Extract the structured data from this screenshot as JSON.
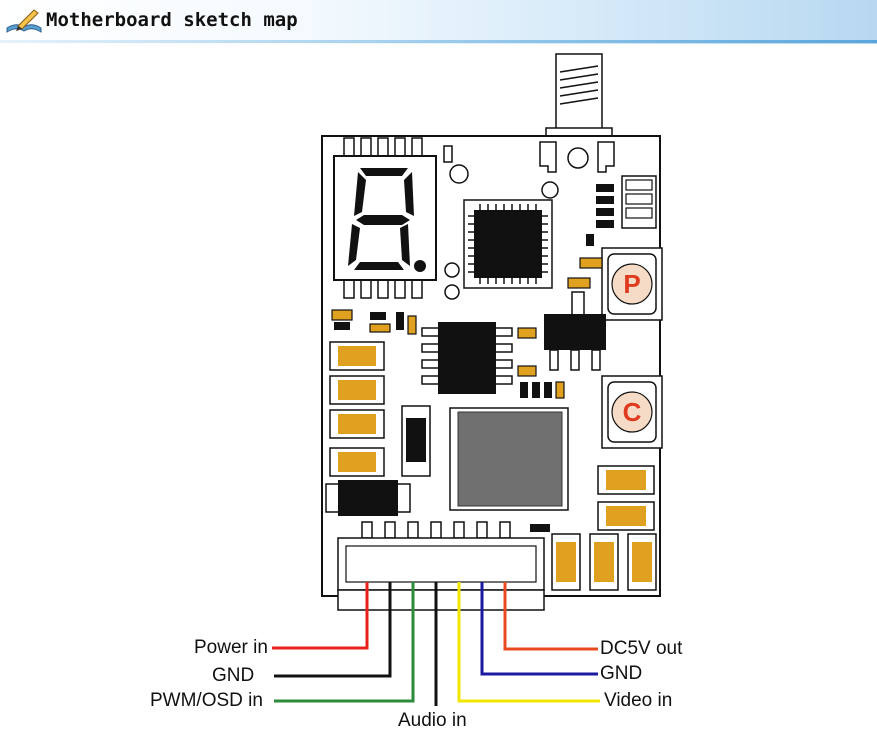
{
  "header": {
    "title": "Motherboard sketch map",
    "icon": "pencil-book-icon"
  },
  "board": {
    "display_digit": "8",
    "button_p": "P",
    "button_c": "C"
  },
  "labels": {
    "power_in": "Power in",
    "gnd_left": "GND",
    "pwm_osd_in": "PWM/OSD in",
    "audio_in": "Audio in",
    "dc5v_out": "DC5V out",
    "gnd_right": "GND",
    "video_in": "Video in"
  },
  "colors": {
    "board": "#ffffff",
    "outline": "#111111",
    "pad": "#e0a020",
    "inductor": "#707070",
    "button_letter": "#e03a1e",
    "wire_red": "#e8201a",
    "wire_black": "#111111",
    "wire_green": "#2e8b3a",
    "wire_yellow": "#f2e600",
    "wire_blue": "#1a1aa0",
    "wire_orange": "#e84a20"
  }
}
